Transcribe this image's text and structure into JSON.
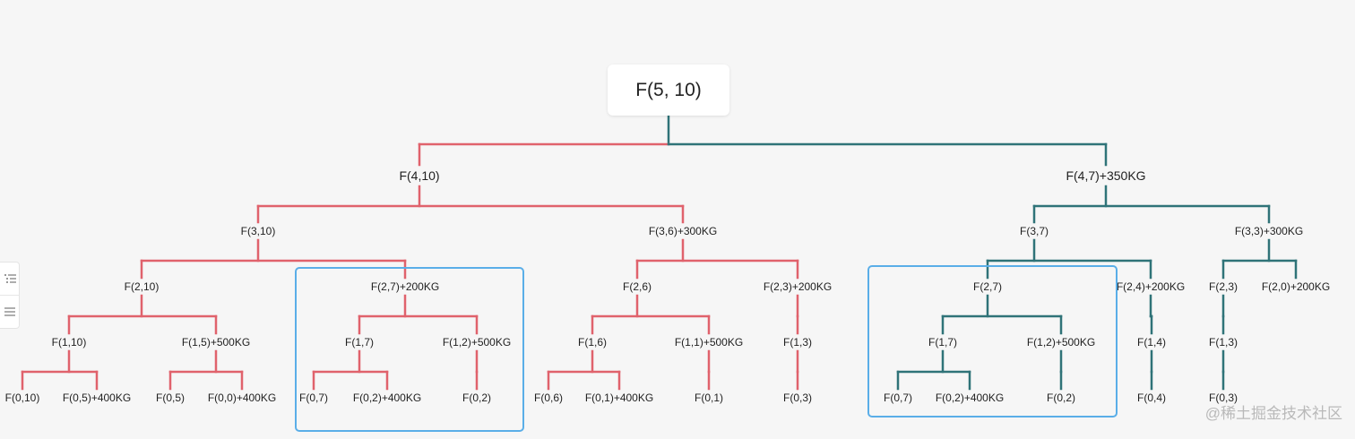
{
  "diagram": {
    "root": "F(5, 10)",
    "nodes": {
      "l": "F(4,10)",
      "r": "F(4,7)+350KG",
      "ll": "F(3,10)",
      "lr": "F(3,6)+300KG",
      "rl": "F(3,7)",
      "rr": "F(3,3)+300KG",
      "lll": "F(2,10)",
      "llr": "F(2,7)+200KG",
      "lrl": "F(2,6)",
      "lrr": "F(2,3)+200KG",
      "rll": "F(2,7)",
      "rlr": "F(2,4)+200KG",
      "rrl": "F(2,3)",
      "rrr": "F(2,0)+200KG",
      "llll": "F(1,10)",
      "lllr": "F(1,5)+500KG",
      "llrl": "F(1,7)",
      "llrr": "F(1,2)+500KG",
      "lrll": "F(1,6)",
      "lrlr": "F(1,1)+500KG",
      "lrrl": "F(1,3)",
      "rlll": "F(1,7)",
      "rllr": "F(1,2)+500KG",
      "rlrl": "F(1,4)",
      "rrll": "F(1,3)",
      "lllll": "F(0,10)",
      "llllr": "F(0,5)+400KG",
      "lllrl": "F(0,5)",
      "lllrr": "F(0,0)+400KG",
      "llrll": "F(0,7)",
      "llrlr": "F(0,2)+400KG",
      "llrrl": "F(0,2)",
      "lrlll": "F(0,6)",
      "lrllr": "F(0,1)+400KG",
      "lrlrl": "F(0,1)",
      "lrrll": "F(0,3)",
      "rllll": "F(0,7)",
      "rlllr": "F(0,2)+400KG",
      "rllrl": "F(0,2)",
      "rlrll": "F(0,4)",
      "rrlll": "F(0,3)"
    },
    "colors": {
      "left_branch": "#e0626c",
      "right_branch": "#2f7378",
      "highlight": "#5aaee8"
    }
  },
  "toolbar": {
    "outline_icon": "list-tree-icon",
    "list_icon": "list-icon"
  },
  "watermark": "@稀土掘金技术社区"
}
